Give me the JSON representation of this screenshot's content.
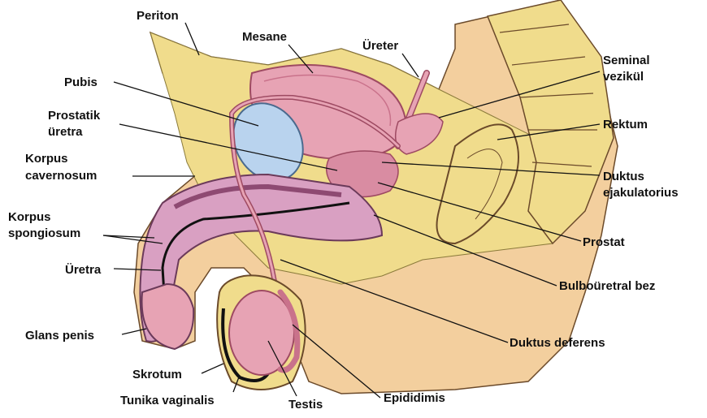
{
  "labels": {
    "periton": "Periton",
    "mesane": "Mesane",
    "ureter": "Üreter",
    "seminal_line1": "Seminal",
    "seminal_line2": "vezikül",
    "pubis": "Pubis",
    "prostatik_line1": "Prostatik",
    "prostatik_line2": "üretra",
    "rektum": "Rektum",
    "kcav_line1": "Korpus",
    "kcav_line2": "cavernosum",
    "duktus_ej_line1": "Duktus",
    "duktus_ej_line2": "ejakulatorius",
    "kspo_line1": "Korpus",
    "kspo_line2": "spongiosum",
    "prostat": "Prostat",
    "uretra": "Üretra",
    "bulbouretral": "Bulboüretral bez",
    "glans": "Glans penis",
    "duktus_def": "Duktus deferens",
    "skrotum": "Skrotum",
    "tunika": "Tunika vaginalis",
    "testis": "Testis",
    "epididimis": "Epididimis"
  },
  "colors": {
    "fat": "#f0dc8c",
    "skin": "#f3cf9e",
    "pink": "#e7a3b4",
    "pink_dark": "#c9728b",
    "bone": "#b9d3ee",
    "ink": "#111111"
  }
}
